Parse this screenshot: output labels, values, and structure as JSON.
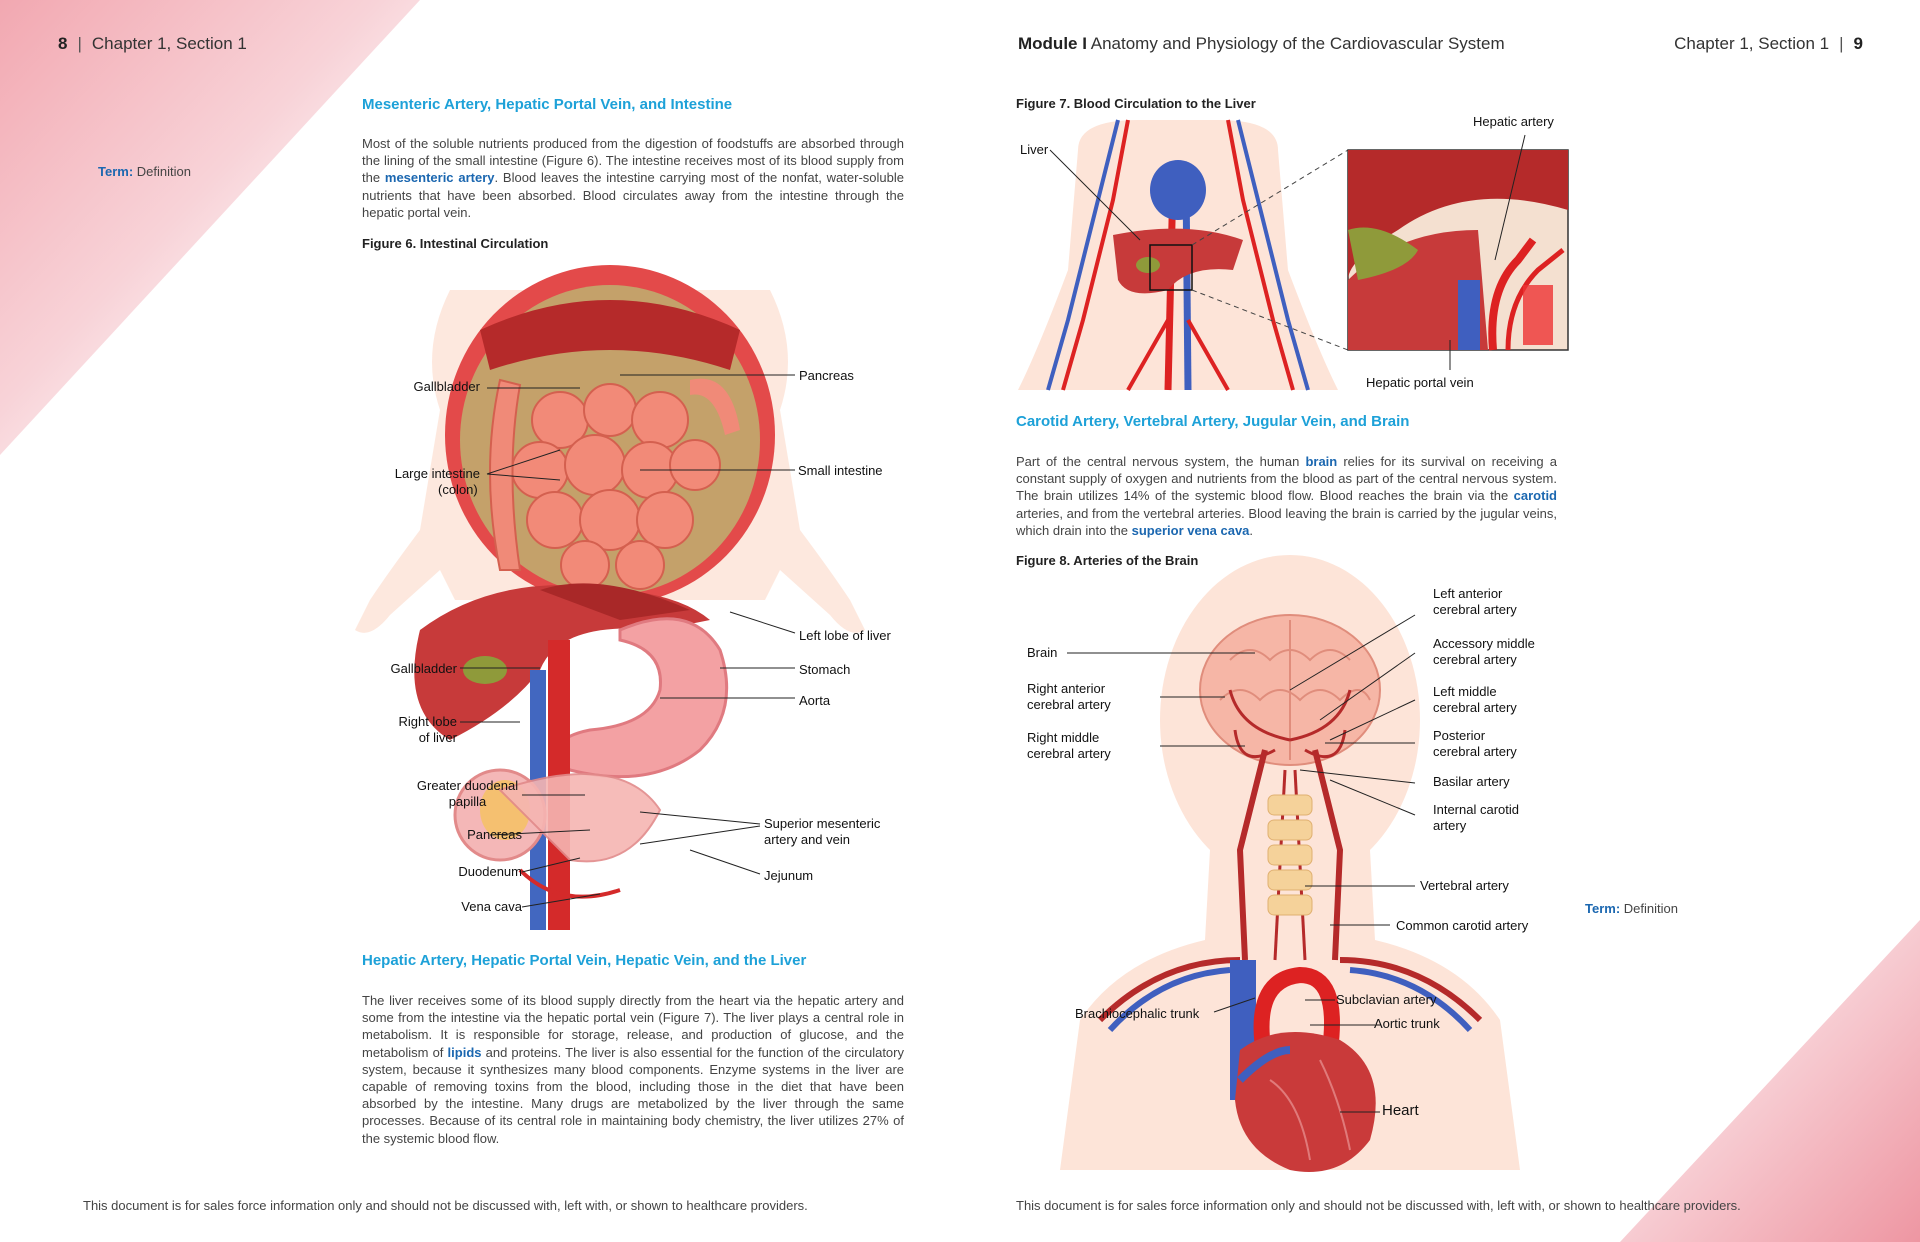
{
  "left_page": {
    "page_number": "8",
    "chapter": "Chapter 1, Section 1",
    "margin_term": {
      "key": "Term:",
      "value": "Definition"
    },
    "section1": {
      "title": "Mesenteric Artery, Hepatic Portal Vein, and Intestine",
      "p_before": "Most of the soluble nutrients produced from the digestion of foodstuffs are absorbed through the lining of the small intestine (Figure 6). The intestine receives most of its blood supply from the ",
      "term": "mesenteric artery",
      "p_after": ". Blood leaves the intestine carrying most of the nonfat, water-soluble nutrients that have been absorbed. Blood circulates away from the intestine through the hepatic portal vein."
    },
    "figure6": {
      "title": "Figure 6. Intestinal Circulation",
      "labels": {
        "gallbladder_top": "Gallbladder",
        "pancreas_top": "Pancreas",
        "large_intestine_1": "Large intestine",
        "large_intestine_2": "(colon)",
        "small_intestine": "Small intestine",
        "left_lobe": "Left lobe of liver",
        "gallbladder_2": "Gallbladder",
        "stomach": "Stomach",
        "aorta": "Aorta",
        "right_lobe_1": "Right lobe",
        "right_lobe_2": "of liver",
        "duodenal_1": "Greater duodenal",
        "duodenal_2": "papilla",
        "sup_mes_1": "Superior mesenteric",
        "sup_mes_2": "artery and vein",
        "pancreas_2": "Pancreas",
        "duodenum": "Duodenum",
        "jejunum": "Jejunum",
        "vena_cava": "Vena cava"
      }
    },
    "section2": {
      "title": "Hepatic Artery, Hepatic Portal Vein, Hepatic Vein, and the Liver",
      "p_before": "The liver receives some of its blood supply directly from the heart via the hepatic artery and some from the intestine via the hepatic portal vein (Figure 7). The liver plays a central role in metabolism. It is responsible for storage, release, and production of glucose, and the metabolism of ",
      "term": "lipids",
      "p_after": " and proteins. The liver is also essential for the function of the circulatory system, because it synthesizes many blood components. Enzyme systems in the liver are capable of removing toxins from the blood, including those in the diet that have been absorbed by the intestine. Many drugs are metabolized by the liver through the same processes. Because of its central role in maintaining body chemistry, the liver utilizes 27% of the systemic blood flow."
    },
    "footer": "This document is for sales force information only and should not be discussed with, left with, or shown to healthcare providers."
  },
  "right_page": {
    "module": "Module I",
    "module_title": "Anatomy and Physiology of the Cardiovascular System",
    "chapter": "Chapter 1, Section 1",
    "page_number": "9",
    "margin_term": {
      "key": "Term:",
      "value": "Definition"
    },
    "figure7": {
      "title": "Figure 7. Blood Circulation to the Liver",
      "labels": {
        "liver": "Liver",
        "hepatic_artery": "Hepatic artery",
        "hepatic_portal_vein": "Hepatic portal vein"
      }
    },
    "section3": {
      "title": "Carotid Artery, Vertebral Artery, Jugular Vein, and Brain",
      "p1": "Part of the central nervous system, the human ",
      "t1": "brain",
      "p2": " relies for its survival on receiving a constant supply of oxygen and nutrients from the blood as part of the central nervous system. The brain utilizes 14% of the systemic blood flow. Blood reaches the brain via the ",
      "t2": "carotid",
      "p3": " arteries, and from the vertebral arteries. Blood leaving the brain is carried by the jugular veins, which drain into the ",
      "t3": "superior vena cava",
      "p4": "."
    },
    "figure8": {
      "title": "Figure 8. Arteries of the Brain",
      "labels": {
        "brain": "Brain",
        "rac_1": "Right anterior",
        "rac_2": "cerebral artery",
        "rmc_1": "Right middle",
        "rmc_2": "cerebral artery",
        "lac_1": "Left anterior",
        "lac_2": "cerebral artery",
        "amc_1": "Accessory middle",
        "amc_2": "cerebral artery",
        "lmc_1": "Left middle",
        "lmc_2": "cerebral artery",
        "pc_1": "Posterior",
        "pc_2": "cerebral artery",
        "basilar": "Basilar artery",
        "ic_1": "Internal carotid",
        "ic_2": "artery",
        "vertebral": "Vertebral artery",
        "common_carotid": "Common carotid artery",
        "subclavian": "Subclavian artery",
        "brachio": "Brachiocephalic trunk",
        "aortic": "Aortic trunk",
        "heart": "Heart"
      }
    },
    "footer": "This document is for sales force information only and should not be discussed with, left with, or shown to healthcare providers."
  }
}
